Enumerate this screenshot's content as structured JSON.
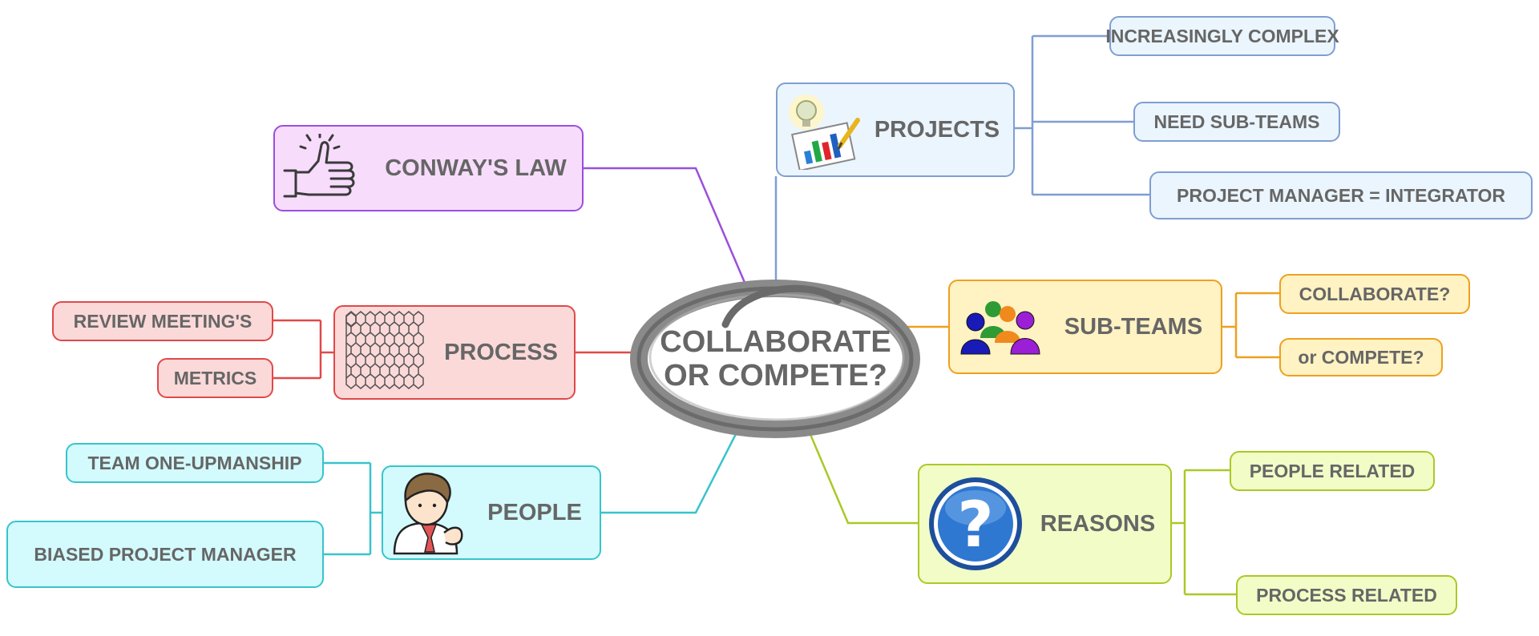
{
  "center": {
    "line1": "COLLABORATE",
    "line2": "OR COMPETE?"
  },
  "branches": {
    "conway": {
      "label": "CONWAY'S LAW",
      "icon": "thumbs-up-icon",
      "color": "#9b4fdc"
    },
    "projects": {
      "label": "PROJECTS",
      "icon": "bar-chart-lightbulb-icon",
      "color": "#7f9ed2",
      "children": [
        "INCREASINGLY COMPLEX",
        "NEED SUB-TEAMS",
        "PROJECT MANAGER = INTEGRATOR"
      ]
    },
    "process": {
      "label": "PROCESS",
      "icon": "hexagon-grid-icon",
      "color": "#e04949",
      "children": [
        "REVIEW MEETING'S",
        "METRICS"
      ]
    },
    "subteams": {
      "label": "SUB-TEAMS",
      "icon": "people-group-icon",
      "color": "#eea020",
      "children": [
        "COLLABORATE?",
        "or COMPETE?"
      ]
    },
    "people": {
      "label": "PEOPLE",
      "icon": "businessman-icon",
      "color": "#38c4cb",
      "children": [
        "TEAM ONE-UPMANSHIP",
        "BIASED PROJECT MANAGER"
      ]
    },
    "reasons": {
      "label": "REASONS",
      "icon": "question-mark-icon",
      "color": "#a9c927",
      "children": [
        "PEOPLE RELATED",
        "PROCESS RELATED"
      ]
    }
  }
}
